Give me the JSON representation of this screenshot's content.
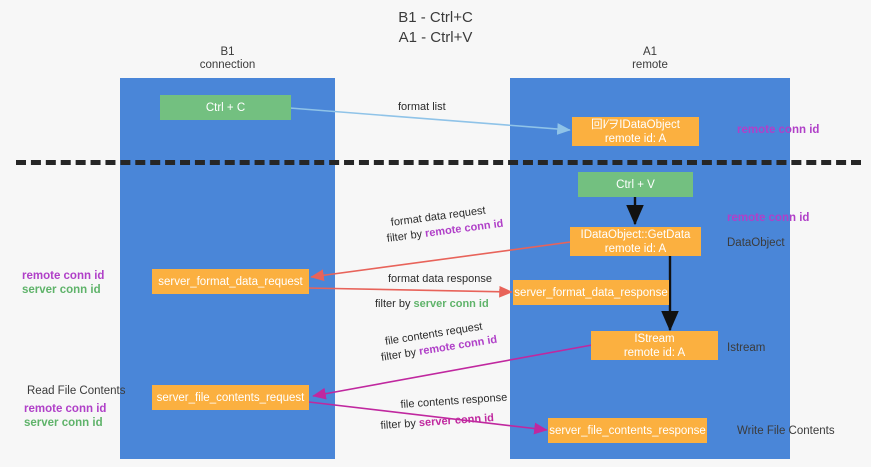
{
  "title": "B1 - Ctrl+C\nA1 - Ctrl+V",
  "columns": {
    "b1": "B1\nconnection",
    "a1": "A1\nremote"
  },
  "boxes": {
    "ctrl_c": "Ctrl + C",
    "ctrl_v": "Ctrl + V",
    "dataobject_remote": "回I⁄ヲIDataObject\nremote id: A",
    "getdata": "IDataObject::GetData\nremote id: A",
    "istream": "IStream\nremote id: A",
    "server_format_data_request": "server_format_data_request",
    "server_format_data_response": "server_format_data_response",
    "server_file_contents_request": "server_file_contents_request",
    "server_file_contents_response": "server_file_contents_response"
  },
  "side_labels": {
    "remote_conn_id_top": "remote conn id",
    "remote_conn_id_mid": "remote conn id",
    "dataobject": "DataObject",
    "istream": "Istream",
    "write_file_contents": "Write File Contents",
    "read_file_contents": "Read File Contents",
    "left_mid_remote": "remote conn id",
    "left_mid_server": "server conn id",
    "left_low_remote": "remote conn id",
    "left_low_server": "server conn id"
  },
  "edges": {
    "format_list": "format list",
    "format_data_request": "format data request",
    "format_data_request_filter_prefix": "filter by ",
    "format_data_request_filter_value": "remote conn id",
    "format_data_response": "format data response",
    "format_data_response_filter_prefix": "filter by ",
    "format_data_response_filter_value": "server conn id",
    "file_contents_request": "file contents request",
    "file_contents_request_filter_prefix": "filter by ",
    "file_contents_request_filter_value": "remote conn id",
    "file_contents_response": "file contents response",
    "file_contents_response_filter_prefix": "filter by ",
    "file_contents_response_filter_value": "server conn id"
  },
  "colors": {
    "lane": "#4a86d8",
    "green_box": "#73c080",
    "orange_box": "#fbb040",
    "purple": "#b040c8",
    "green_text": "#5fb36a",
    "magenta": "#c0289f",
    "blue_arrow": "#8fc3e8",
    "red_arrow": "#e8635a",
    "black_arrow": "#111111",
    "background": "#f7f7f7"
  }
}
